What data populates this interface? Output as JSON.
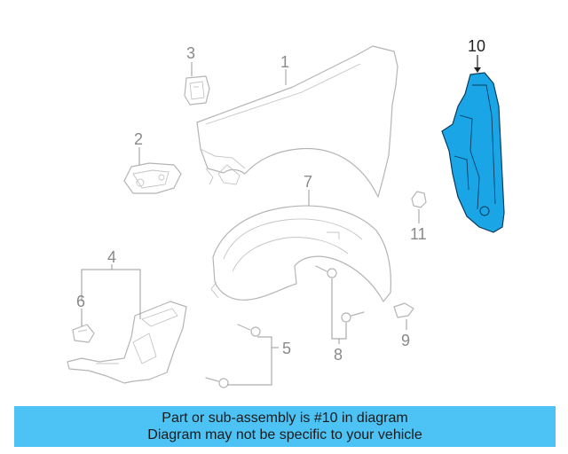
{
  "callouts": {
    "c1": "1",
    "c2": "2",
    "c3": "3",
    "c4": "4",
    "c5": "5",
    "c6": "6",
    "c7": "7",
    "c8": "8",
    "c9": "9",
    "c10": "10",
    "c11": "11"
  },
  "banner": {
    "line1": "Part or sub-assembly is #10 in diagram",
    "line2": "Diagram may not be specific to your vehicle"
  },
  "colors": {
    "highlight_part": "#1aa6e6",
    "banner_bg": "#4dc3f5"
  }
}
